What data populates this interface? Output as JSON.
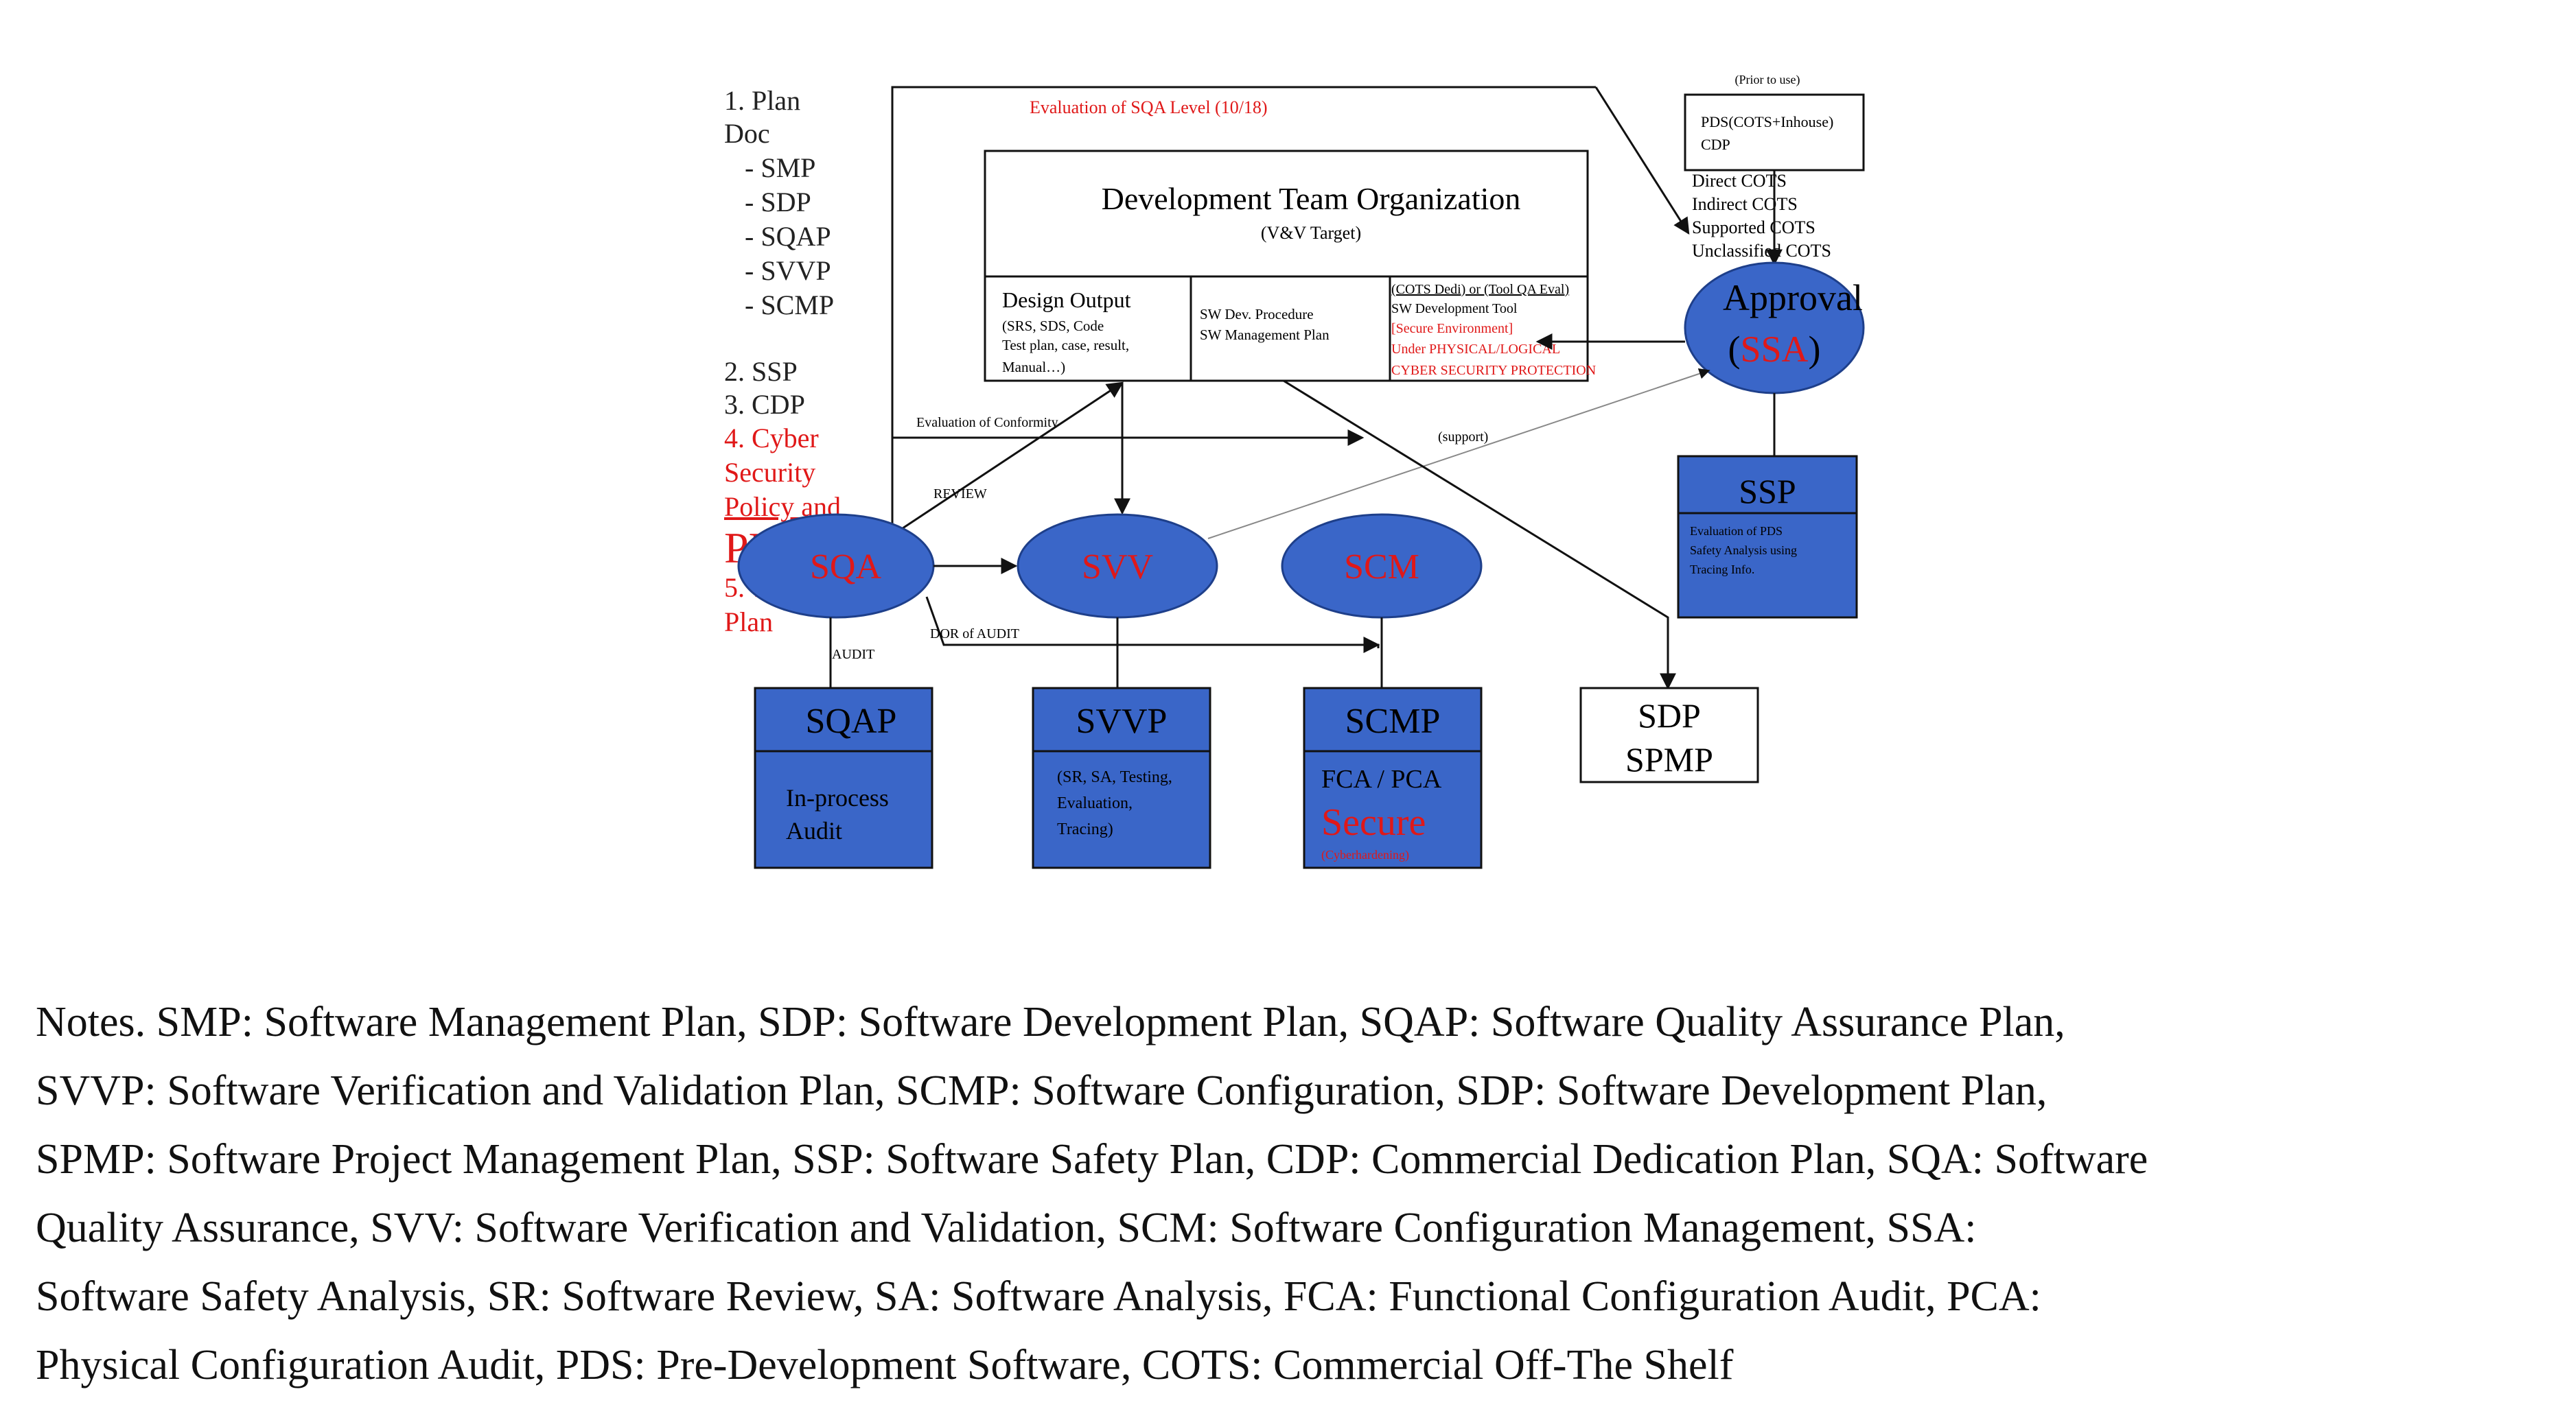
{
  "plan_list": {
    "title_line1": "1. Plan",
    "title_line2": "Doc",
    "items": [
      "- SMP",
      "- SDP",
      "- SQAP",
      "- SVVP",
      "- SCMP"
    ],
    "item2": "2. SSP",
    "item3": "3. CDP",
    "item4_lines": [
      "4. Cyber",
      "Security",
      "Policy and",
      "PLAN"
    ],
    "item5_lines": [
      "5. Test",
      "Plan"
    ]
  },
  "top_label": "Evaluation of SQA Level (10/18)",
  "dev_team": {
    "title": "Development Team Organization",
    "subtitle": "(V&V Target)",
    "design_output": {
      "title": "Design Output",
      "lines": [
        "(SRS, SDS, Code",
        "Test plan, case, result,",
        "Manual…)"
      ]
    },
    "procedures": [
      "SW Dev. Procedure",
      "SW Management Plan"
    ],
    "tools": {
      "header": "(COTS Dedi) or (Tool QA Eval)",
      "line2": "SW Development Tool",
      "red_lines": [
        "[Secure Environment]",
        "Under PHYSICAL/LOGICAL",
        "CYBER SECURITY PROTECTION"
      ]
    }
  },
  "prior_box": {
    "caption": "(Prior to use)",
    "lines": [
      "PDS(COTS+Inhouse)",
      "CDP"
    ]
  },
  "cots_list": [
    "Direct COTS",
    "Indirect COTS",
    "Supported COTS",
    "Unclassified COTS"
  ],
  "approval": {
    "line1": "Approval",
    "ssa_open": "(",
    "ssa": "SSA",
    "ssa_close": ")"
  },
  "ssp": {
    "title": "SSP",
    "lines": [
      "Evaluation of PDS",
      "Safety Analysis using",
      "Tracing Info."
    ]
  },
  "labels": {
    "conformity": "Evaluation of Conformity",
    "support": "(support)",
    "review": "REVIEW",
    "audit": "AUDIT",
    "dor": "DOR of AUDIT"
  },
  "ellipses": {
    "sqa": "SQA",
    "svv": "SVV",
    "scm": "SCM"
  },
  "sqap": {
    "title": "SQAP",
    "lines": [
      "In-process",
      "Audit"
    ]
  },
  "svvp": {
    "title": "SVVP",
    "lines": [
      "(SR, SA, Testing,",
      "Evaluation,",
      "Tracing)"
    ]
  },
  "scmp": {
    "title": "SCMP",
    "line1": "FCA / PCA",
    "secure": "Secure",
    "note": "(Cyberhardening)"
  },
  "sdp_box": {
    "line1": "SDP",
    "line2": "SPMP"
  },
  "notes": [
    "Notes. SMP: Software Management Plan, SDP: Software Development Plan, SQAP: Software Quality Assurance Plan,",
    "SVVP: Software Verification and Validation Plan, SCMP: Software Configuration, SDP: Software Development Plan,",
    "SPMP: Software Project Management Plan, SSP: Software Safety Plan, CDP: Commercial Dedication Plan, SQA: Software",
    "Quality Assurance, SVV: Software Verification and Validation, SCM: Software Configuration Management, SSA:",
    "Software Safety Analysis, SR: Software Review, SA: Software Analysis, FCA: Functional Configuration Audit, PCA:",
    "Physical Configuration Audit, PDS: Pre-Development Software, COTS: Commercial Off-The Shelf"
  ],
  "colors": {
    "blue": "#3a66c8",
    "red": "#e01818",
    "line": "#111111"
  }
}
